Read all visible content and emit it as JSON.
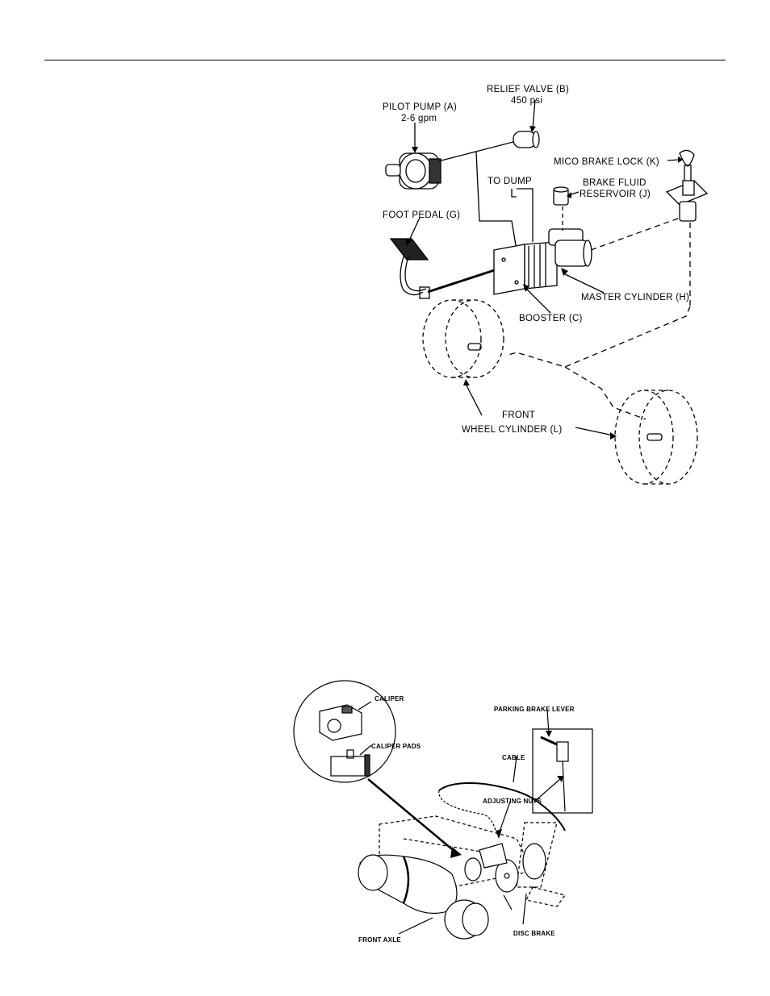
{
  "diagram1": {
    "labels": {
      "relief_valve": "RELIEF VALVE (B)",
      "relief_valve_psi": "450 psi",
      "pilot_pump": "PILOT PUMP (A)",
      "pilot_pump_gpm": "2-6 gpm",
      "mico_brake_lock": "MICO BRAKE LOCK (K)",
      "to_dump": "TO DUMP",
      "brake_fluid": "BRAKE FLUID",
      "reservoir": "RESERVOIR (J)",
      "foot_pedal": "FOOT PEDAL (G)",
      "master_cylinder": "MASTER CYLINDER (H)",
      "booster": "BOOSTER (C)",
      "front": "FRONT",
      "wheel_cylinder": "WHEEL CYLINDER (L)"
    }
  },
  "diagram2": {
    "labels": {
      "caliper": "CALIPER",
      "caliper_pads": "CALIPER PADS",
      "parking_brake_lever": "PARKING BRAKE LEVER",
      "cable": "CABLE",
      "adjusting_nuts": "ADJUSTING NUTS",
      "front_axle": "FRONT AXLE",
      "disc_brake": "DISC BRAKE"
    }
  }
}
